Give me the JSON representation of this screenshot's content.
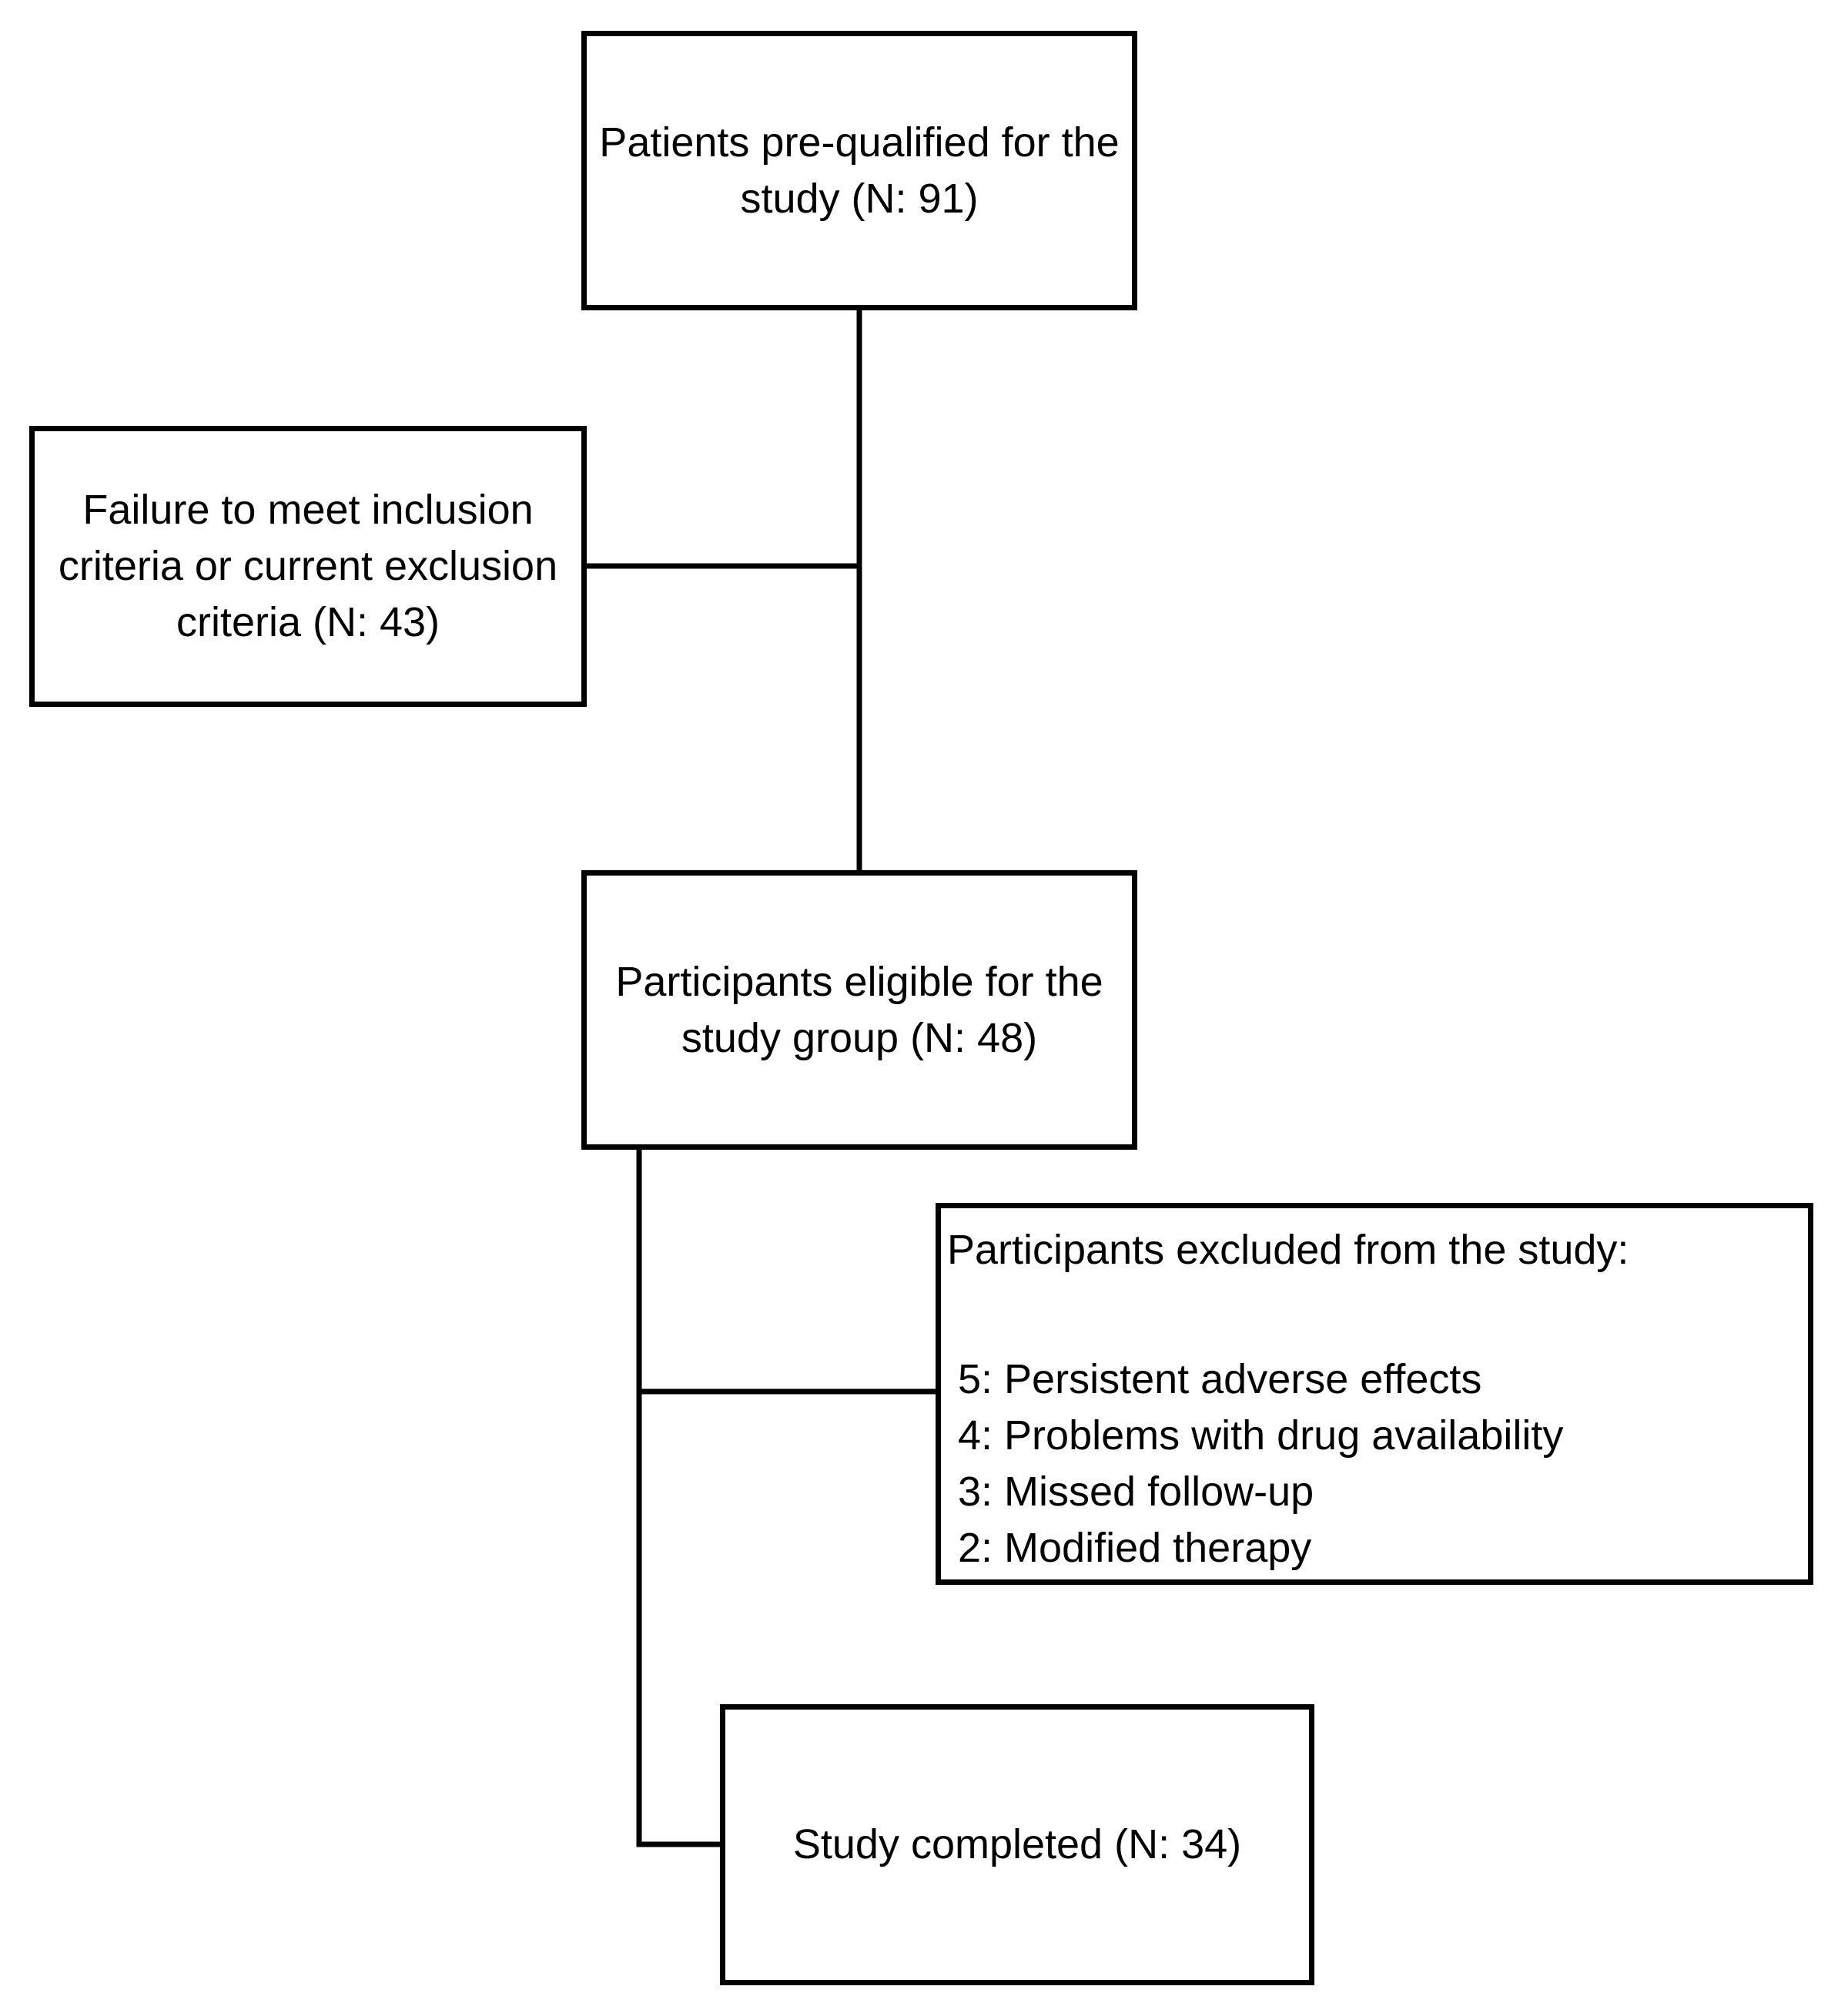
{
  "diagram": {
    "nodes": {
      "prequalified": "Patients pre-qualified for the study (N: 91)",
      "inclusion_failure": "Failure to meet inclusion criteria or current exclusion criteria (N: 43)",
      "eligible": "Participants eligible for the study group (N: 48)",
      "excluded": {
        "heading": "Participants excluded from the study:",
        "reasons": [
          "5: Persistent adverse effects",
          "4: Problems with drug availability",
          "3: Missed follow-up",
          "2: Modified therapy"
        ]
      },
      "completed": "Study completed (N: 34)"
    },
    "edges": [
      {
        "from": "prequalified",
        "to": "eligible"
      },
      {
        "from": "prequalified",
        "to": "inclusion_failure"
      },
      {
        "from": "eligible",
        "to": "completed"
      },
      {
        "from": "eligible",
        "to": "excluded"
      }
    ]
  }
}
